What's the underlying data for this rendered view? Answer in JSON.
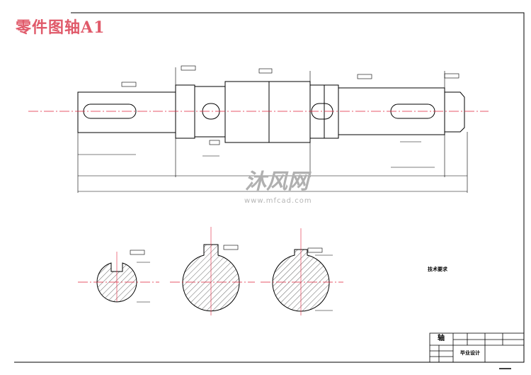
{
  "drawing_title": "零件图轴A1",
  "watermark": {
    "brand": "沐风网",
    "url": "www.mfcad.com"
  },
  "technical_requirements_label": "技术要求",
  "title_block": {
    "part_name": "轴",
    "drawing_type": "毕业设计"
  },
  "colors": {
    "centerline": "#e0203a",
    "title": "#e05a6a",
    "lines": "#000000"
  }
}
